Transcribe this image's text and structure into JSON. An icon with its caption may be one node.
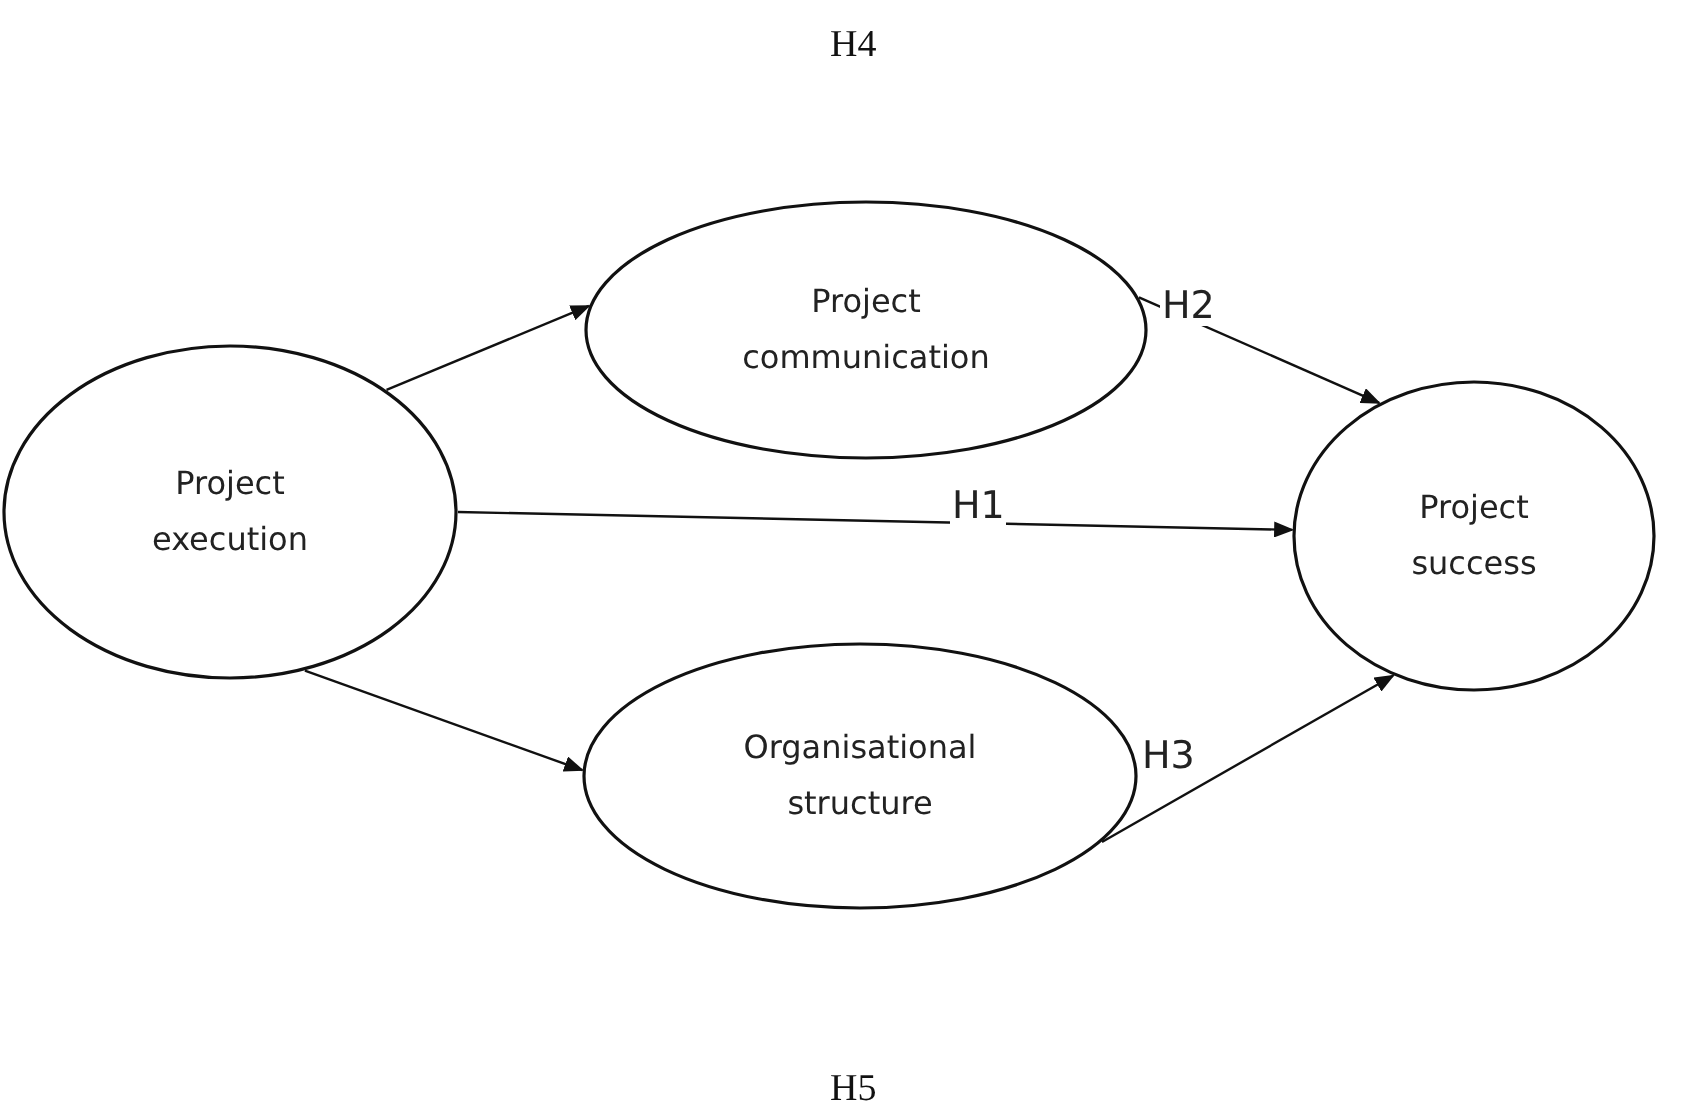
{
  "diagram": {
    "nodes": [
      {
        "text": [
          "Project execution"
        ]
      },
      {
        "text": [
          "Project communication"
        ]
      },
      {
        "text": [
          "Organisational structure"
        ]
      },
      {
        "text": [
          "Project success"
        ]
      }
    ],
    "edges": [
      {
        "from": 0,
        "to": 1,
        "arrow": "to"
      },
      {
        "from": 0,
        "to": 3,
        "arrow": "to",
        "label": "H1"
      },
      {
        "from": 1,
        "to": 3,
        "arrow": "to",
        "label": "H2"
      },
      {
        "from": 0,
        "to": 2,
        "arrow": "to"
      },
      {
        "from": 2,
        "to": 3,
        "arrow": "to",
        "label": "H3"
      }
    ],
    "labels": [
      "H4",
      "H5"
    ]
  }
}
